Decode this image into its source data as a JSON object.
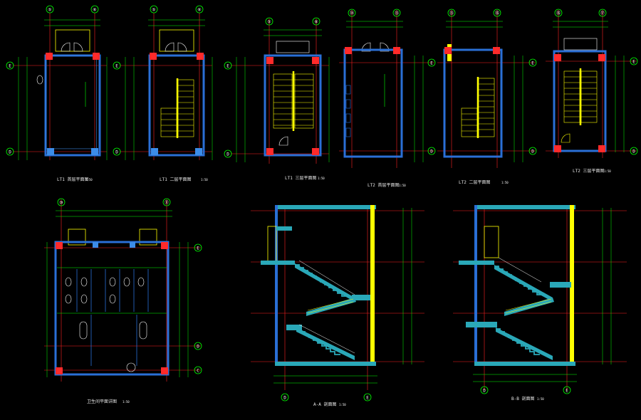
{
  "colors": {
    "background": "#000000",
    "wall": "#2a6fd6",
    "wall_fill": "#3c8ce8",
    "dimension": "#00ff00",
    "axis_circle": "#00ff00",
    "axis_line": "#ff2020",
    "stair": "#ffff00",
    "column": "#ff2a2a",
    "text": "#e8e8e8",
    "section_fill": "#2aa8b8"
  },
  "drawings": [
    {
      "id": "plan-lt1-first",
      "title": "LT1 首层平面图",
      "scale": "1:50",
      "axes_top": [
        "⑤",
        "⑥"
      ],
      "axes_side": [
        "E",
        "D"
      ]
    },
    {
      "id": "plan-lt1-second",
      "title": "LT1 二层平面图",
      "scale": "1:50",
      "axes_top": [
        "⑤",
        "⑥"
      ],
      "axes_side": [
        "E",
        "D"
      ]
    },
    {
      "id": "plan-lt1-third",
      "title": "LT1 三层平面图",
      "scale": "1:50",
      "axes_top": [
        "⑤",
        "⑥"
      ],
      "axes_side": [
        "E",
        "D"
      ]
    },
    {
      "id": "plan-lt2-first",
      "title": "LT2 首层平面图",
      "scale": "1:50",
      "axes_top": [
        "⑭",
        "⑮"
      ],
      "axes_side": [
        "E",
        "D"
      ]
    },
    {
      "id": "plan-lt2-second",
      "title": "LT2 二层平面图",
      "scale": "1:50",
      "axes_top": [
        "⑮",
        "⑯"
      ],
      "axes_side": [
        "E",
        "D"
      ]
    },
    {
      "id": "plan-lt2-third",
      "title": "LT2 三层平面图",
      "scale": "1:50",
      "axes_top": [
        "⑯",
        "⑰"
      ],
      "axes_side": [
        "E",
        "D"
      ]
    },
    {
      "id": "plan-toilet",
      "title": "卫生间平面详图",
      "scale": "1:50",
      "axes_top": [
        "⑩",
        "⑪"
      ],
      "axes_side": [
        "E",
        "D",
        "C"
      ]
    },
    {
      "id": "section-a",
      "title": "A-A 剖面图",
      "scale": "1:50",
      "axes_bottom": [
        "D",
        "E"
      ]
    },
    {
      "id": "section-b",
      "title": "B-B 剖面图",
      "scale": "1:50",
      "axes_bottom": [
        "D",
        "E"
      ]
    }
  ]
}
